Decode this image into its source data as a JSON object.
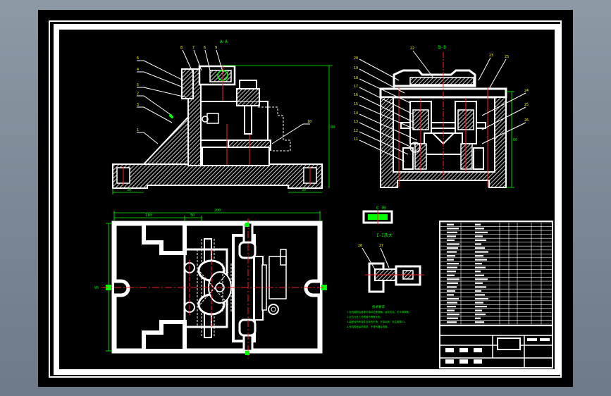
{
  "colors": {
    "app_background": "#7d8896",
    "canvas": "#000000",
    "frame": "#ffffff",
    "part_fill": "#ffffff",
    "section_hatch": "#ffffff",
    "dimension": "#00ff00",
    "center_line": "#ff2020",
    "hidden_line": "#ffffff",
    "leader": "#ffffff",
    "part_number_text": "#ffff00",
    "note_text": "#00ff00"
  },
  "views": {
    "front_section": {
      "title": "A-A",
      "overall_height": "80",
      "base_dim_left": "30",
      "base_dim_right": "30"
    },
    "side_section": {
      "title": "B-B",
      "overall_height": "60"
    },
    "top_view": {
      "overall_width": "200",
      "dim_1": "110",
      "dim_2": "50",
      "overall_height": "95"
    },
    "detail_c": {
      "title": "C 向"
    },
    "detail_i": {
      "title": "I-I放大"
    }
  },
  "part_labels": {
    "front_left": [
      "6",
      "4",
      "5",
      "2",
      "3",
      "1"
    ],
    "front_top": [
      "8",
      "7",
      "6",
      "9"
    ],
    "front_right": [
      "10"
    ],
    "side_left": [
      "20",
      "19",
      "18",
      "17",
      "16",
      "15",
      "14",
      "13",
      "12",
      "11"
    ],
    "side_top": [
      "22",
      "23",
      "25"
    ],
    "side_right": [
      "24",
      "25",
      "26"
    ],
    "detail_i": [
      "28",
      "27"
    ]
  },
  "notes": {
    "heading": "技术要求",
    "lines": [
      "1.夹具装配后各零件相对位置准确，运动灵活，无卡滞现象。",
      "2.定位元件工作表面不得有划伤。",
      "3.装配前所有零件应清洗干净，去除毛刺，未注倒角C1。",
      "4.夹具表面涂防锈漆，不得有漏涂现象。"
    ]
  },
  "parts_list": {
    "rows": 26,
    "title_block_cells": 6
  }
}
